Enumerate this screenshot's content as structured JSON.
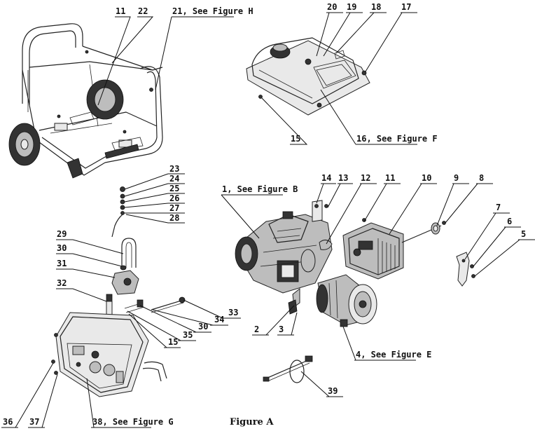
{
  "figure_caption": "Figure A",
  "callouts": [
    {
      "id": "c11a",
      "text": "11"
    },
    {
      "id": "c22",
      "text": "22"
    },
    {
      "id": "c21",
      "text": "21, See Figure H"
    },
    {
      "id": "c20",
      "text": "20"
    },
    {
      "id": "c19",
      "text": "19"
    },
    {
      "id": "c18",
      "text": "18"
    },
    {
      "id": "c17",
      "text": "17"
    },
    {
      "id": "c15a",
      "text": "15"
    },
    {
      "id": "c16",
      "text": "16, See Figure F"
    },
    {
      "id": "c23",
      "text": "23"
    },
    {
      "id": "c24",
      "text": "24"
    },
    {
      "id": "c25",
      "text": "25"
    },
    {
      "id": "c26",
      "text": "26"
    },
    {
      "id": "c27",
      "text": "27"
    },
    {
      "id": "c28",
      "text": "28"
    },
    {
      "id": "c1",
      "text": "1, See Figure B"
    },
    {
      "id": "c14",
      "text": "14"
    },
    {
      "id": "c13",
      "text": "13"
    },
    {
      "id": "c12",
      "text": "12"
    },
    {
      "id": "c11b",
      "text": "11"
    },
    {
      "id": "c10",
      "text": "10"
    },
    {
      "id": "c9",
      "text": "9"
    },
    {
      "id": "c8",
      "text": "8"
    },
    {
      "id": "c7",
      "text": "7"
    },
    {
      "id": "c6",
      "text": "6"
    },
    {
      "id": "c5",
      "text": "5"
    },
    {
      "id": "c29",
      "text": "29"
    },
    {
      "id": "c30a",
      "text": "30"
    },
    {
      "id": "c31",
      "text": "31"
    },
    {
      "id": "c32",
      "text": "32"
    },
    {
      "id": "c33",
      "text": "33"
    },
    {
      "id": "c34",
      "text": "34"
    },
    {
      "id": "c30b",
      "text": "30"
    },
    {
      "id": "c35",
      "text": "35"
    },
    {
      "id": "c15b",
      "text": "15"
    },
    {
      "id": "c2",
      "text": "2"
    },
    {
      "id": "c3",
      "text": "3"
    },
    {
      "id": "c4",
      "text": "4, See Figure E"
    },
    {
      "id": "c39",
      "text": "39"
    },
    {
      "id": "c36",
      "text": "36"
    },
    {
      "id": "c37",
      "text": "37"
    },
    {
      "id": "c38",
      "text": "38, See Figure G"
    }
  ]
}
